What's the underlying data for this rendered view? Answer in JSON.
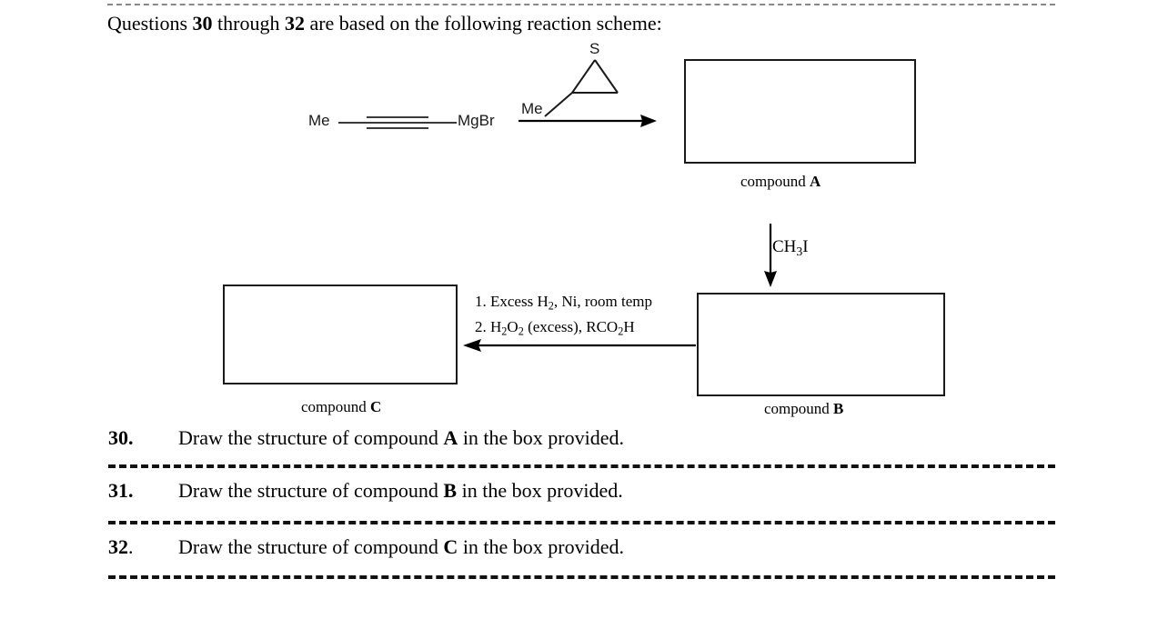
{
  "header": {
    "prefix": "Questions ",
    "first_q": "30",
    "middle": " through ",
    "last_q": "32",
    "suffix": " are based on the following reaction scheme:"
  },
  "scheme": {
    "grignard": {
      "left_label": "Me",
      "right_label": "MgBr",
      "bond_type": "triple"
    },
    "reagent_top": {
      "ring_heteroatom": "S",
      "substituent": "Me",
      "name": "methylthiirane"
    },
    "arrow_1": {
      "direction": "right"
    },
    "arrow_2": {
      "direction": "down",
      "reagent_formula": "CH3I",
      "reagent_parts": [
        "CH",
        "3",
        "I"
      ]
    },
    "arrow_3": {
      "direction": "left",
      "conditions": [
        {
          "num": "1. ",
          "parts": [
            "Excess H",
            "2",
            ", Ni, room temp"
          ]
        },
        {
          "num": "2. ",
          "parts": [
            "H",
            "2",
            "O",
            "2",
            " (excess), RCO",
            "2",
            "H"
          ]
        }
      ]
    },
    "boxes": [
      {
        "id": "A",
        "caption_prefix": "compound ",
        "caption_letter": "A",
        "content": ""
      },
      {
        "id": "B",
        "caption_prefix": "compound ",
        "caption_letter": "B",
        "content": ""
      },
      {
        "id": "C",
        "caption_prefix": "compound ",
        "caption_letter": "C",
        "content": ""
      }
    ]
  },
  "questions": [
    {
      "number": "30",
      "period": ".",
      "text_before": "Draw the structure of compound ",
      "letter": "A",
      "text_after": " in the box provided."
    },
    {
      "number": "31",
      "period": ".",
      "text_before": "Draw the structure of compound ",
      "letter": "B",
      "text_after": " in the box provided."
    },
    {
      "number": "32",
      "period": ".",
      "text_before": "Draw the structure of compound ",
      "letter": "C",
      "text_after": " in the box provided."
    }
  ],
  "colors": {
    "ink": "#000000",
    "chem_ink": "#1a1a1a",
    "rule_top": "#888888",
    "rule_separator": "#111111"
  }
}
